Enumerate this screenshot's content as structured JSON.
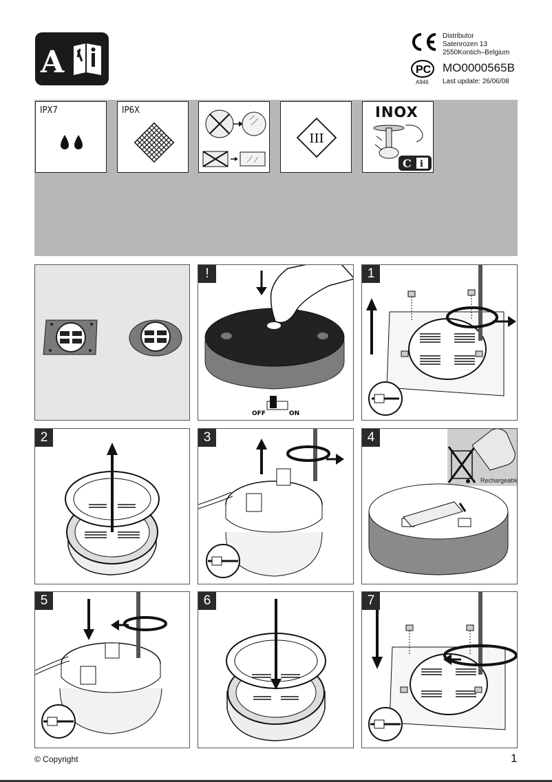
{
  "header": {
    "logo_letter": "A",
    "distributor_lines": [
      "Distributor",
      "Satenrozen 13",
      "2550Kontich–Belgium"
    ],
    "model_code": "MO0000565B",
    "cert_code": "A946",
    "last_update": "Last update: 26/06/08"
  },
  "icons": {
    "ipx7": "IPX7",
    "ip6x": "IP6X",
    "class_symbol": "III",
    "inox": "INOX",
    "glass_icon": "glass-replacement-icon",
    "class3_icon": "protection-class-III-icon"
  },
  "steps": {
    "warning": "!",
    "s1": "1",
    "s2": "2",
    "s3": "3",
    "s4": "4",
    "s5": "5",
    "s6": "6",
    "s7": "7",
    "switch_off": "OFF",
    "switch_on": "ON",
    "battery_label": "Rechargeable"
  },
  "footer": {
    "copyright": "© Copyright",
    "page_number": "1"
  }
}
